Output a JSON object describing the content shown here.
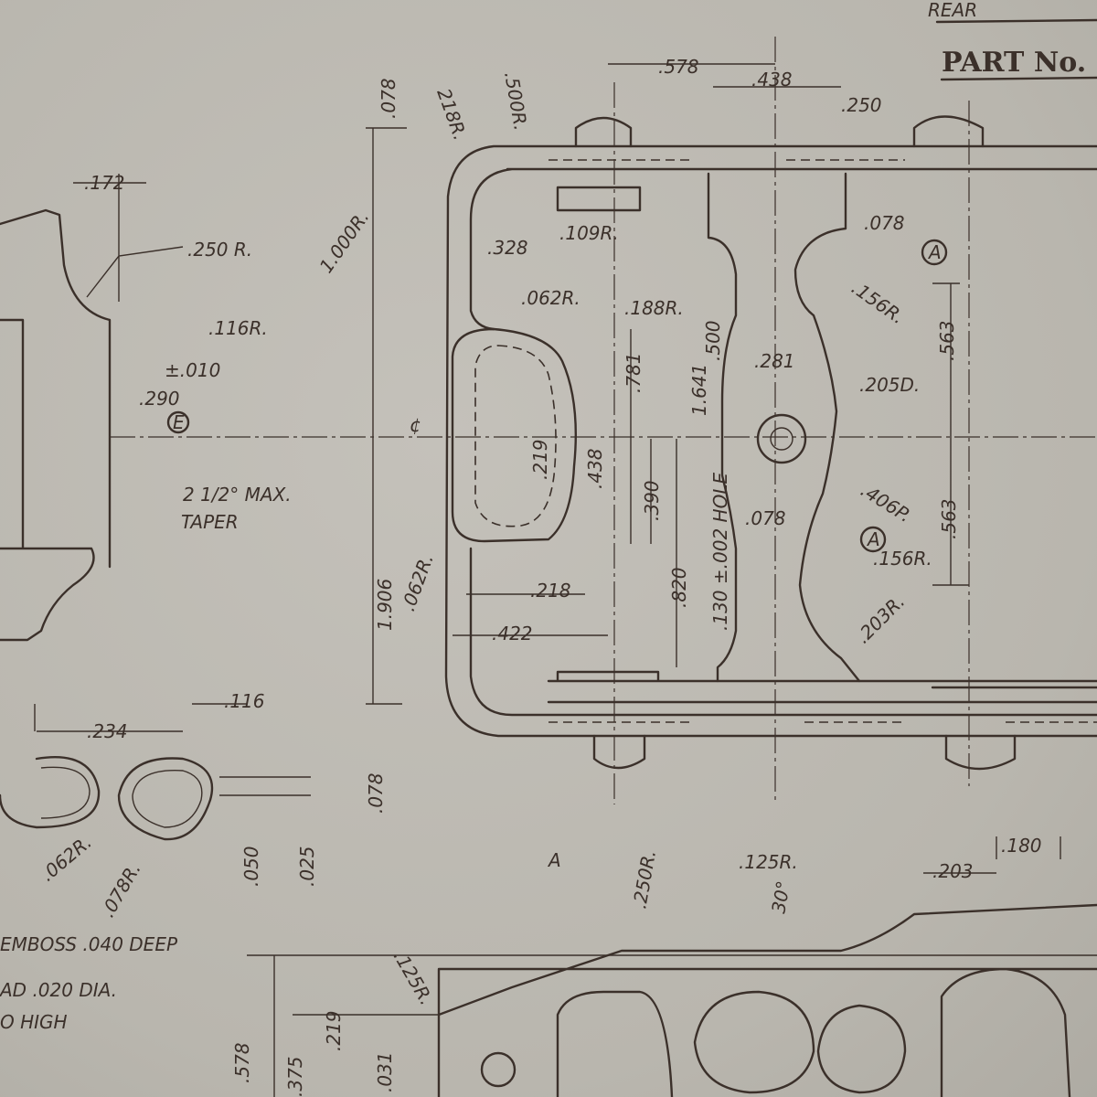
{
  "title_block": {
    "heading_partial": "REAR",
    "part_no_label": "PART No."
  },
  "notes": {
    "emboss": "EMBOSS .040 DEEP",
    "dia": "AD .020 DIA.",
    "high": "O HIGH",
    "taper_fraction": "2 1/2° MAX.",
    "taper": "TAPER",
    "tolerance": "±.010",
    "hole": ".130 ±.002 HOLE"
  },
  "datum_labels": [
    "A",
    "A",
    "E",
    "A"
  ],
  "centerline_symbol": "¢",
  "dimensions": [
    ".578",
    ".438",
    ".250",
    ".078",
    "218R.",
    ".500R.",
    ".172",
    ".250 R.",
    "1.000R.",
    ".328",
    ".109R.",
    ".078",
    ".156R.",
    ".062R.",
    ".188R.",
    ".116R.",
    ".500",
    "1.641",
    ".781",
    ".281",
    ".205D.",
    ".563",
    ".290",
    ".219",
    ".438",
    ".390",
    ".406P.",
    ".563",
    ".078",
    ".156R.",
    "1.906",
    ".062R.",
    ".218",
    ".820",
    ".203R.",
    ".422",
    ".116",
    ".234",
    ".078",
    ".062R.",
    ".078R.",
    ".050",
    ".025",
    ".250R.",
    ".125R.",
    ".180",
    ".203",
    "30°",
    ".125R.",
    ".578",
    ".375",
    ".219",
    ".031"
  ]
}
